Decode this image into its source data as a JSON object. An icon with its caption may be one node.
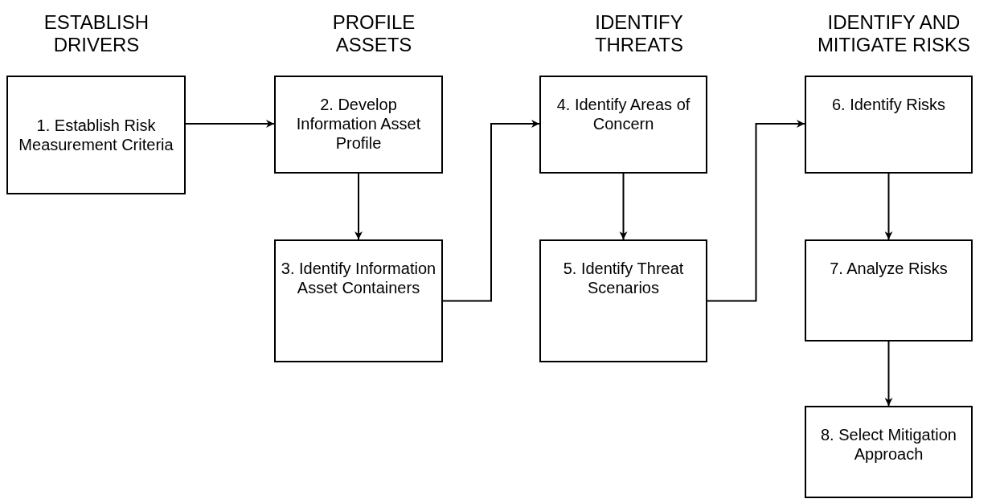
{
  "diagram": {
    "nodes": [
      {
        "text": [
          "1. Establish Risk Measurement Criteria"
        ]
      },
      {
        "text": [
          "2. Develop Information Asset Profile"
        ]
      },
      {
        "text": [
          "3. Identify Information Asset Containers"
        ]
      },
      {
        "text": [
          "4. Identify Areas of Concern"
        ]
      },
      {
        "text": [
          "5. Identify Threat Scenarios"
        ]
      },
      {
        "text": [
          "6. Identify Risks"
        ]
      },
      {
        "text": [
          "7. Analyze Risks"
        ]
      },
      {
        "text": [
          "8. Select Mitigation Approach"
        ]
      }
    ],
    "edges": [
      {
        "from": 0,
        "to": 1,
        "arrow": "to"
      },
      {
        "from": 1,
        "to": 2,
        "arrow": "to"
      },
      {
        "from": 2,
        "to": 3,
        "arrow": "to"
      },
      {
        "from": 3,
        "to": 4,
        "arrow": "to"
      },
      {
        "from": 4,
        "to": 5,
        "arrow": "to"
      },
      {
        "from": 5,
        "to": 6,
        "arrow": "to"
      },
      {
        "from": 6,
        "to": 7,
        "arrow": "to"
      }
    ],
    "labels": [
      "ESTABLISH DRIVERS",
      "PROFILE ASSETS",
      "IDENTIFY THREATS",
      "IDENTIFY AND MITIGATE RISKS"
    ]
  }
}
